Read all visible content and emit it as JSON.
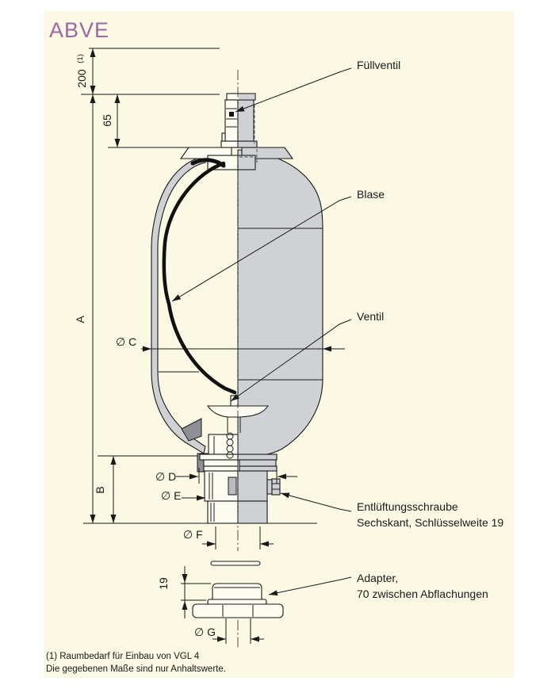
{
  "title": "ABVE",
  "colors": {
    "background": "#ffffff",
    "panel": "#fbf8e3",
    "title_accent": "#9b68a2",
    "line": "#1a1a1a",
    "part_gray": "#cfd1d5",
    "seal_dark_gray": "#8e9096"
  },
  "part_labels": {
    "fill_valve": "Füllventil",
    "bladder": "Blase",
    "valve": "Ventil",
    "vent_screw_line1": "Entlüftungsschraube",
    "vent_screw_line2": "Sechskant, Schlüsselweite 19",
    "adapter_line1": "Adapter,",
    "adapter_line2": "70 zwischen Abflachungen"
  },
  "dimensions": {
    "top_clearance": "200",
    "top_clearance_sup": "(1)",
    "valve_height": "65",
    "overall_length": "A",
    "bottom_section": "B",
    "shell_diameter": "∅ C",
    "dia_d": "∅ D",
    "dia_e": "∅ E",
    "dia_f": "∅ F",
    "dia_g": "∅ G",
    "adapter_height": "19"
  },
  "footnotes": {
    "line1": "(1) Raumbedarf für Einbau von VGL 4",
    "line2": "Die gegebenen Maße sind nur Anhaltswerte."
  }
}
